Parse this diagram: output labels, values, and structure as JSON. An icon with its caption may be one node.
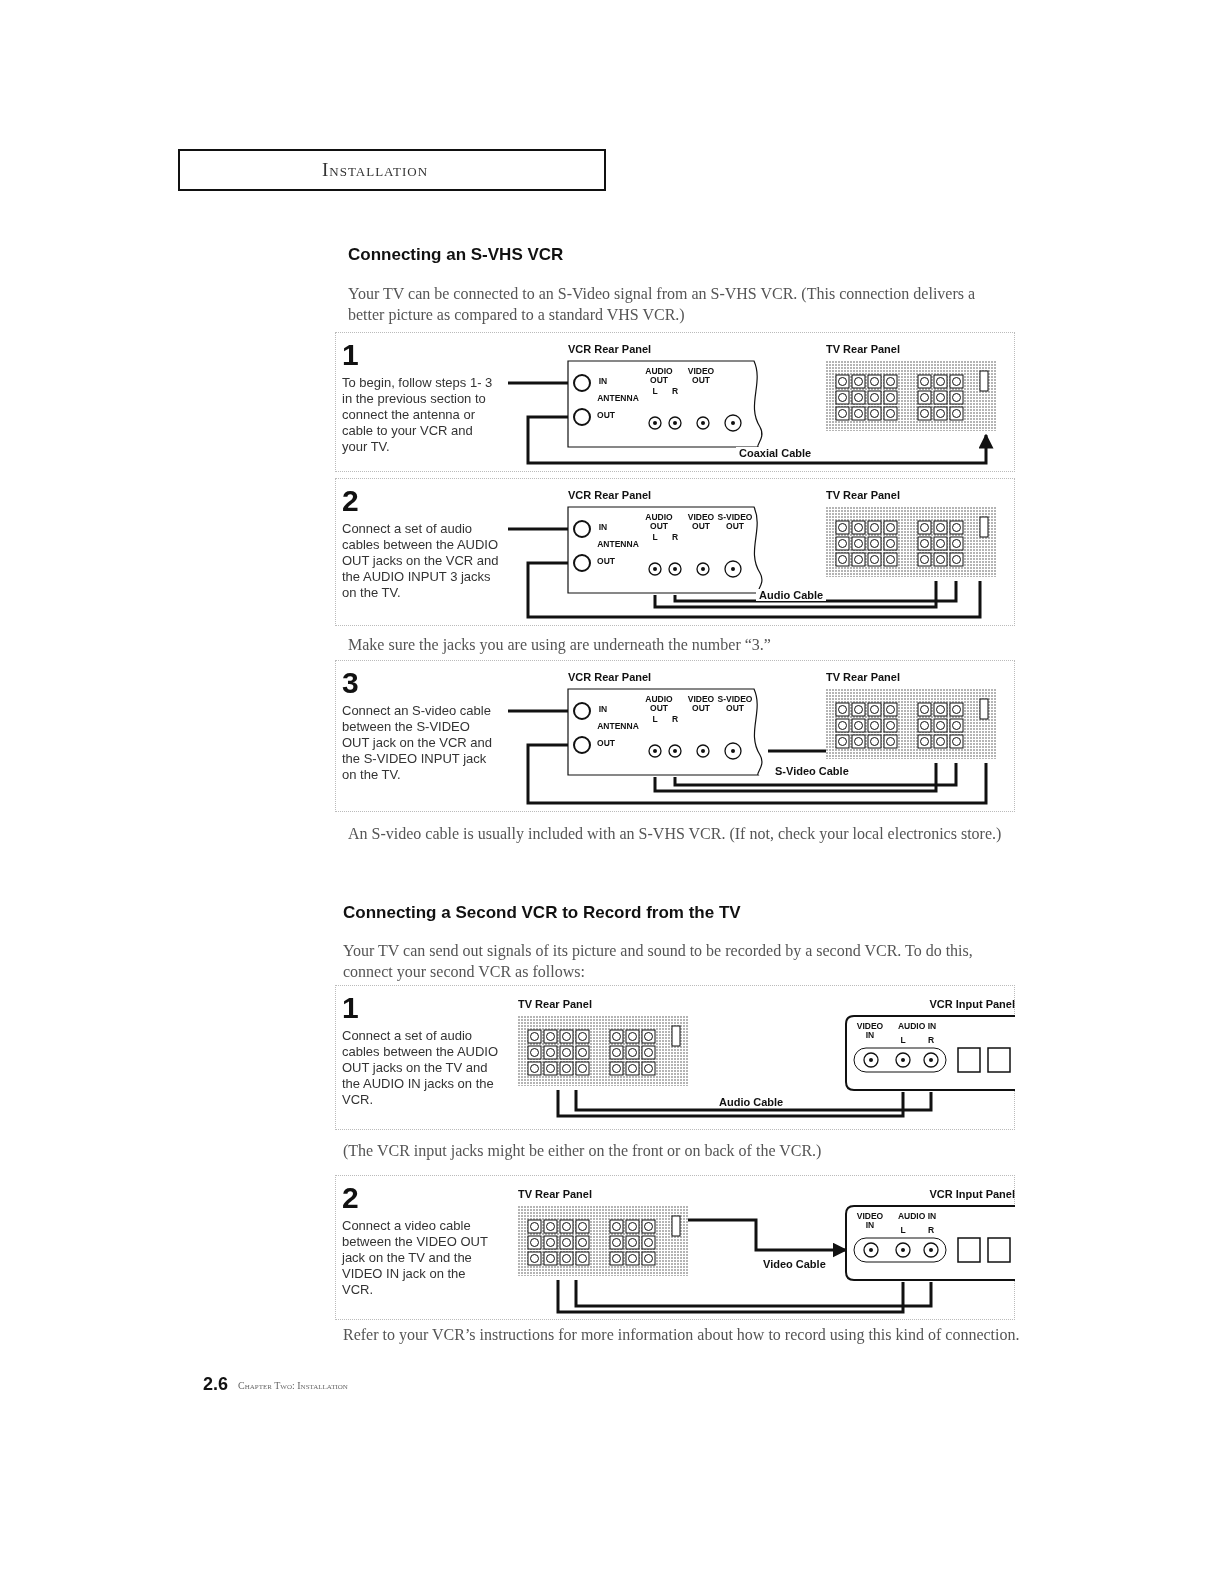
{
  "diagram": {
    "nodes": [
      {
        "text": [
          "1",
          "To begin, follow steps 1- 3 in the previous section to connect the antenna or cable to your VCR and your TV."
        ]
      },
      {
        "text": [
          "VCR Rear Panel"
        ],
        "in": 0
      },
      {
        "text": [
          "TV Rear Panel"
        ],
        "in": 0
      },
      {
        "text": [
          "2",
          "Connect a set of audio cables between the AUDIO OUT jacks on the VCR and the AUDIO INPUT 3 jacks on the TV."
        ]
      },
      {
        "text": [
          "VCR Rear Panel"
        ],
        "in": 3
      },
      {
        "text": [
          "TV Rear Panel"
        ],
        "in": 3
      },
      {
        "text": [
          "3",
          "Connect an S-video cable between the S-VIDEO OUT jack on the VCR and the S-VIDEO INPUT jack on the TV."
        ]
      },
      {
        "text": [
          "VCR Rear Panel"
        ],
        "in": 6
      },
      {
        "text": [
          "TV Rear Panel"
        ],
        "in": 6
      },
      {
        "text": [
          "1",
          "Connect a set of audio cables between the AUDIO OUT jacks on the TV and the AUDIO IN jacks on the VCR."
        ]
      },
      {
        "text": [
          "TV Rear Panel"
        ],
        "in": 9
      },
      {
        "text": [
          "VCR Input Panel"
        ],
        "in": 9
      },
      {
        "text": [
          "2",
          "Connect a video cable between the VIDEO OUT jack on the TV and the VIDEO IN jack on the VCR."
        ]
      },
      {
        "text": [
          "TV Rear Panel"
        ],
        "in": 12
      },
      {
        "text": [
          "VCR Input Panel"
        ],
        "in": 12
      }
    ],
    "edges": [
      {
        "from": null,
        "to": 1,
        "arrow": "none"
      },
      {
        "from": 1,
        "to": 2,
        "arrow": "to",
        "label": "Coaxial Cable"
      },
      {
        "from": null,
        "to": 4,
        "arrow": "none"
      },
      {
        "from": 4,
        "to": 5,
        "arrow": "none"
      },
      {
        "from": 4,
        "to": 5,
        "arrow": "none",
        "label": "Audio Cable"
      },
      {
        "from": null,
        "to": 7,
        "arrow": "none"
      },
      {
        "from": 7,
        "to": 8,
        "arrow": "none"
      },
      {
        "from": 7,
        "to": 8,
        "arrow": "none"
      },
      {
        "from": 7,
        "to": 8,
        "arrow": "none",
        "label": "S-Video Cable"
      },
      {
        "from": 10,
        "to": 11,
        "arrow": "none",
        "label": "Audio Cable"
      },
      {
        "from": 13,
        "to": 14,
        "arrow": "to",
        "label": "Video Cable"
      },
      {
        "from": 13,
        "to": 14,
        "arrow": "none"
      }
    ],
    "labels": [
      "Installation",
      "Connecting an S-VHS VCR",
      "Your TV can be connected to an S-Video signal from an S-VHS VCR. (This connection delivers a better picture as compared to a standard VHS VCR.)",
      "IN",
      "ANTENNA",
      "OUT",
      "AUDIO OUT",
      "L",
      "R",
      "VIDEO OUT",
      "IN",
      "ANTENNA",
      "OUT",
      "AUDIO OUT",
      "L",
      "R",
      "VIDEO OUT",
      "S-VIDEO OUT",
      "Make sure the jacks you are using are underneath the number “3.”",
      "IN",
      "ANTENNA",
      "OUT",
      "AUDIO OUT",
      "L",
      "R",
      "VIDEO OUT",
      "S-VIDEO OUT",
      "An S-video cable is usually included with an S-VHS VCR. (If not, check your local electronics store.)",
      "Connecting a Second VCR to Record from the TV",
      "Your TV can send out signals of its picture and sound to be recorded by a second VCR. To do this, connect your second VCR as follows:",
      "VIDEO IN",
      "AUDIO IN",
      "L",
      "R",
      "(The VCR input jacks might be either on the front or on back of the VCR.)",
      "VIDEO IN",
      "AUDIO IN",
      "L",
      "R",
      "Refer to your VCR’s instructions for more information about how to record using this kind of connection.",
      "2.6",
      "Chapter Two: Installation"
    ]
  }
}
